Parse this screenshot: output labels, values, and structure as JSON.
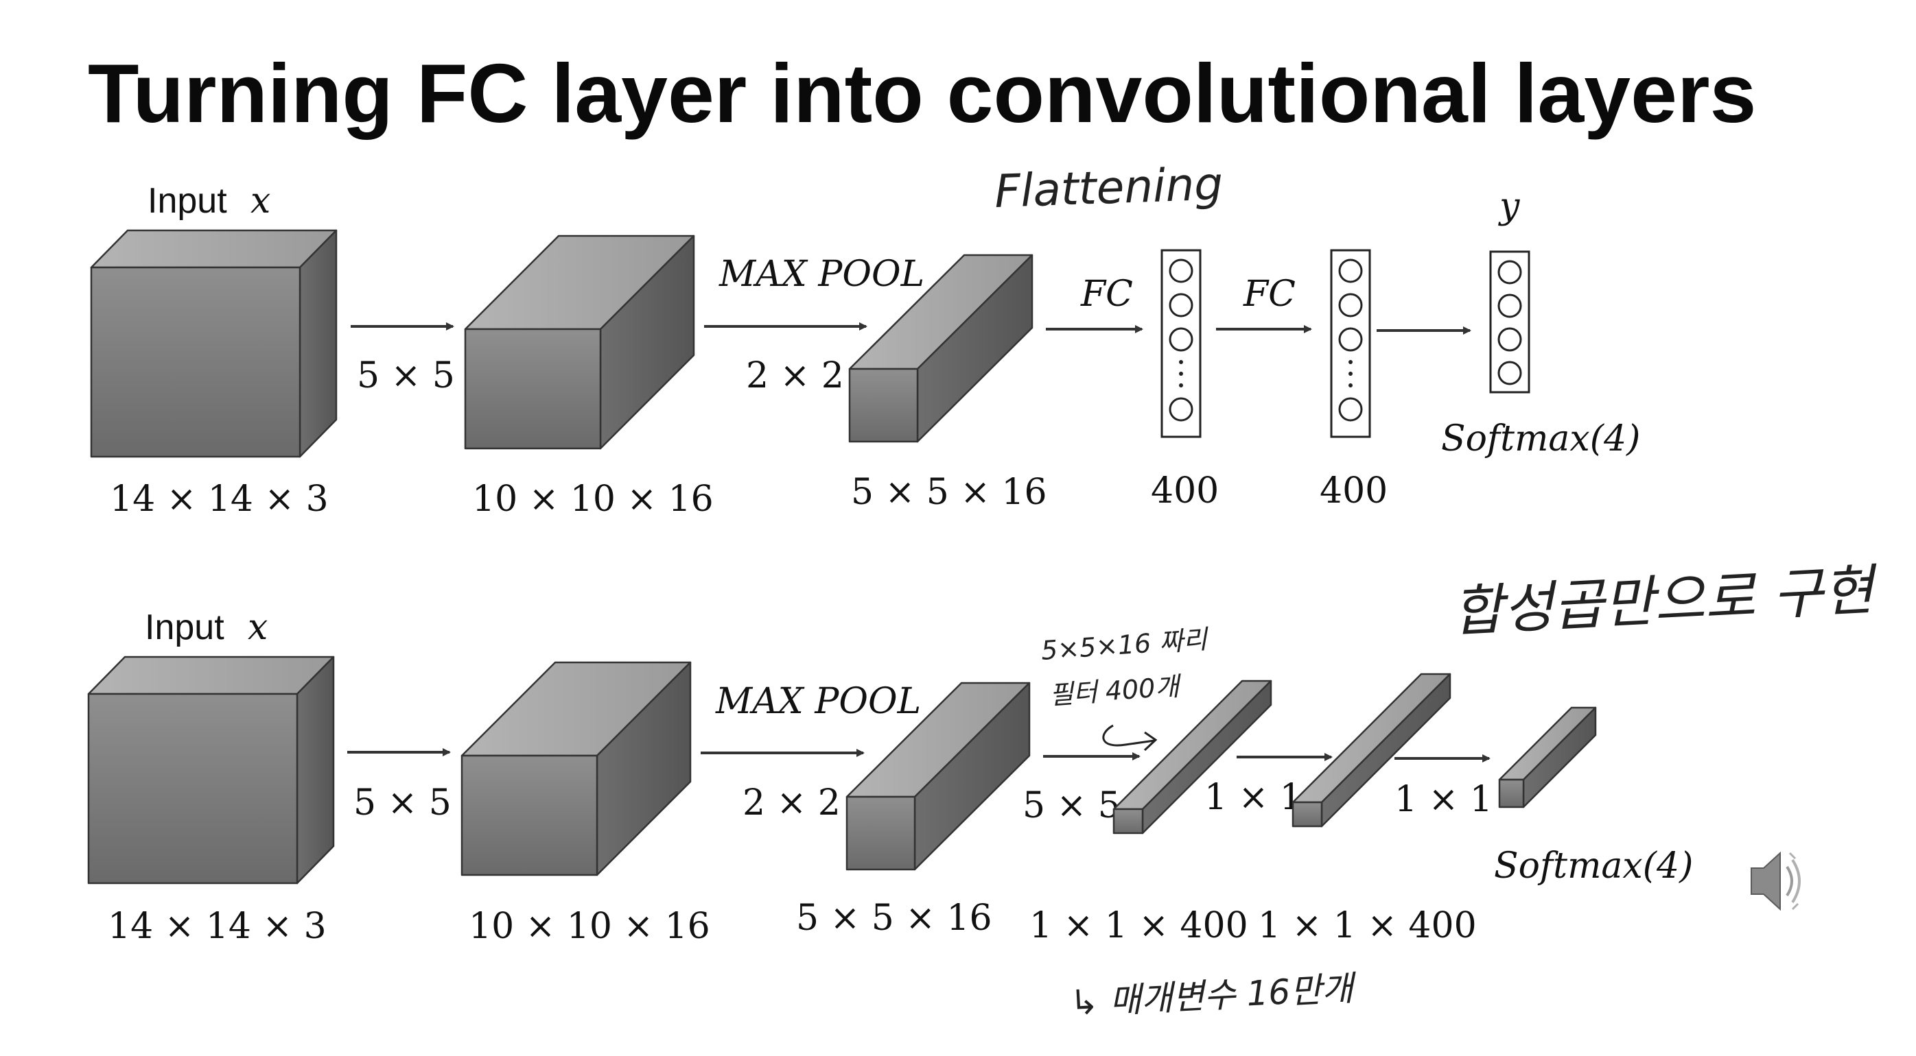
{
  "title": "Turning FC layer into convolutional layers",
  "top_row": {
    "input_label": "Input",
    "input_var": "x",
    "op1": "5 × 5",
    "maxpool": "MAX POOL",
    "op2": "2 × 2",
    "fc1": "FC",
    "fc2": "FC",
    "output_var": "y",
    "softmax": "Softmax(4)",
    "dims": [
      "14 × 14 × 3",
      "10 × 10 × 16",
      "5 × 5 × 16",
      "400",
      "400"
    ],
    "annotation_flattening": "Flattening"
  },
  "bottom_row": {
    "input_label": "Input",
    "input_var": "x",
    "op1": "5 × 5",
    "maxpool": "MAX POOL",
    "op2": "2 × 2",
    "op3": "5 × 5",
    "op4": "1 × 1",
    "op5": "1 × 1",
    "softmax": "Softmax(4)",
    "dims": [
      "14 × 14 × 3",
      "10 × 10 × 16",
      "5 × 5 × 16",
      "1 × 1 × 400",
      "1 × 1 × 400"
    ],
    "annotation_filters_line1": "5×5×16 짜리",
    "annotation_filters_line2": "필터 400개",
    "annotation_conv_only": "합성곱만으로 구현",
    "annotation_params": "↳ 매개변수 16만개"
  },
  "icons": [
    "speaker-icon"
  ],
  "colors": {
    "box_front": "#7a7a7a",
    "box_top": "#a8a8a8",
    "box_side": "#5e5e5e",
    "background": "#ffffff"
  }
}
